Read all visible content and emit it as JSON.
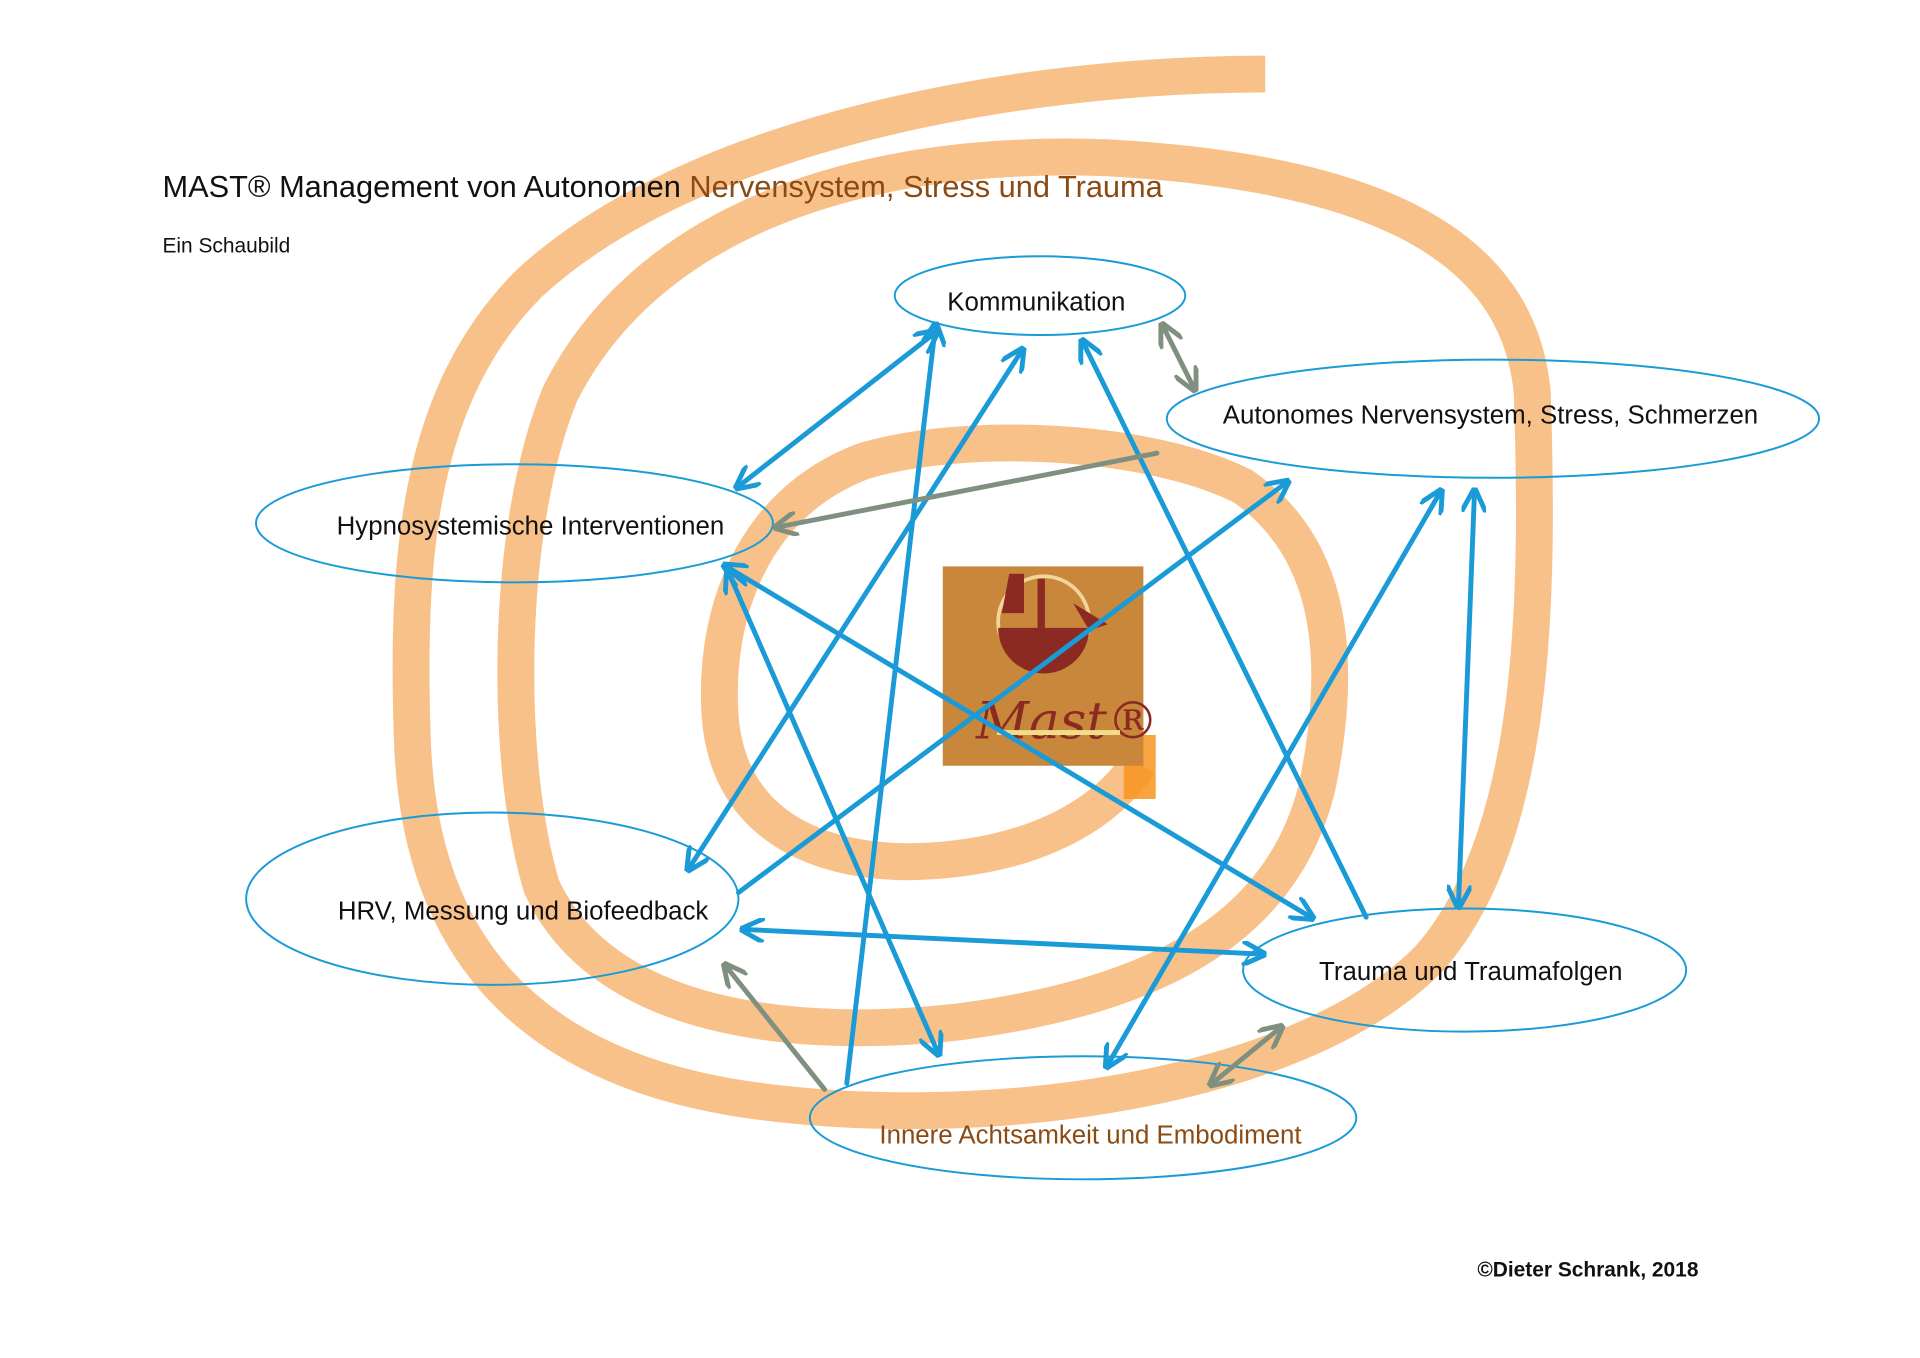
{
  "title": {
    "prefix": "MAST® Management von Autonomen ",
    "highlight": "Nervensystem, Stress und Trauma"
  },
  "subtitle": "Ein Schaubild",
  "nodes": {
    "kommunikation": "Kommunikation",
    "ans": "Autonomes Nervensystem, Stress,  Schmerzen",
    "hypno": "Hypnosystemische Interventionen",
    "hrv": "HRV, Messung und Biofeedback",
    "trauma": "Trauma und Traumafolgen",
    "innere": "Innere Achtsamkeit und Embodiment"
  },
  "logo_text": "Mast®",
  "copyright": "©Dieter Schrank, 2018",
  "colors": {
    "spiral": "#f9c18a",
    "arrow_blue": "#1a9bd7",
    "arrow_gray": "#7f9080",
    "logo_bg": "#c8873a",
    "logo_dark": "#8b2a22"
  }
}
